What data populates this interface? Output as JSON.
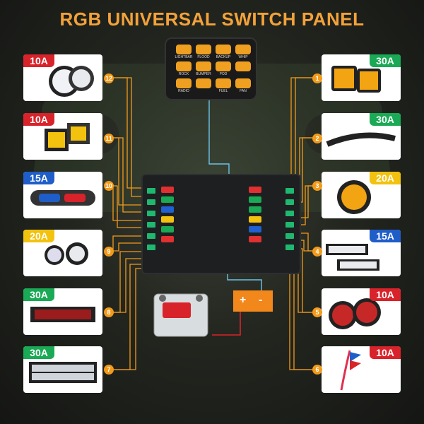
{
  "title": "RGB UNIVERSAL SWITCH PANEL",
  "colors": {
    "title": "#f2a23a",
    "wire": "#f29a1a",
    "signal_wire": "#6cc3e8",
    "amp_red": "#d9232a",
    "amp_green": "#1aa955",
    "amp_blue": "#1f5ec9",
    "amp_yellow": "#f2c20f"
  },
  "controller": {
    "buttons": [
      {
        "label": "LIGHTBAR",
        "icon": "lightbar-icon"
      },
      {
        "label": "FLOOD",
        "icon": "flood-light-icon"
      },
      {
        "label": "BACKUP",
        "icon": "backup-light-icon"
      },
      {
        "label": "WHIP",
        "icon": "whip-light-icon"
      },
      {
        "label": "ROCK",
        "icon": "rock-light-icon"
      },
      {
        "label": "BUMPER",
        "icon": "bumper-icon"
      },
      {
        "label": "POD",
        "icon": "pod-light-icon"
      },
      {
        "label": "",
        "icon": "beam-icon"
      },
      {
        "label": "RADIO",
        "icon": "radio-icon"
      },
      {
        "label": "",
        "icon": "light-icon"
      },
      {
        "label": "FUEL",
        "icon": "fuel-icon"
      },
      {
        "label": "FAN",
        "icon": "fan-icon"
      }
    ]
  },
  "power": {
    "plus": "+",
    "minus": "-"
  },
  "loads_left": [
    {
      "amp": "10A",
      "amp_color": "red",
      "number": "12",
      "device": "round-led-work-lights"
    },
    {
      "amp": "10A",
      "amp_color": "red",
      "number": "11",
      "device": "amber-cube-lights"
    },
    {
      "amp": "15A",
      "amp_color": "blue",
      "number": "10",
      "device": "strobe-light-bar"
    },
    {
      "amp": "20A",
      "amp_color": "yellow",
      "number": "9",
      "device": "round-pod-lights"
    },
    {
      "amp": "30A",
      "amp_color": "green",
      "number": "8",
      "device": "single-row-light-bar"
    },
    {
      "amp": "30A",
      "amp_color": "green",
      "number": "7",
      "device": "dual-row-light-bar"
    }
  ],
  "loads_right": [
    {
      "amp": "30A",
      "amp_color": "green",
      "number": "1",
      "device": "amber-pod-lights"
    },
    {
      "amp": "30A",
      "amp_color": "green",
      "number": "2",
      "device": "curved-light-bar"
    },
    {
      "amp": "20A",
      "amp_color": "yellow",
      "number": "3",
      "device": "round-amber-pod-light"
    },
    {
      "amp": "15A",
      "amp_color": "blue",
      "number": "4",
      "device": "led-work-light-bars"
    },
    {
      "amp": "10A",
      "amp_color": "red",
      "number": "5",
      "device": "red-round-lights"
    },
    {
      "amp": "10A",
      "amp_color": "red",
      "number": "6",
      "device": "flag-whip-lights"
    }
  ]
}
